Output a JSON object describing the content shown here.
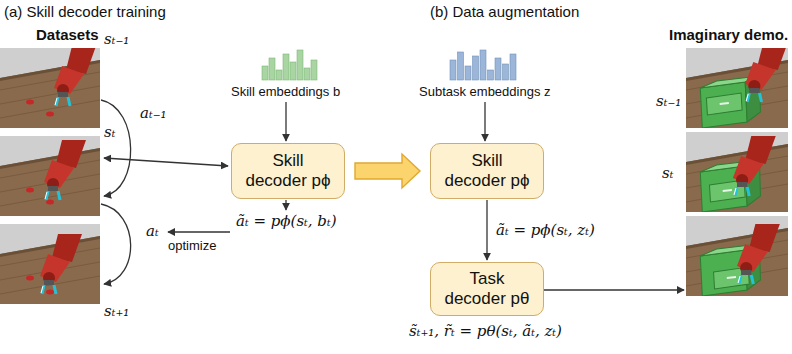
{
  "diagram": {
    "nodes": [
      {
        "text": [
          "Skill decoder pϕ"
        ]
      },
      {
        "text": [
          "Skill decoder pϕ"
        ]
      },
      {
        "text": [
          "Task decoder pθ"
        ]
      }
    ],
    "edges": [
      {
        "from": 0,
        "to": 1,
        "arrow": "to"
      },
      {
        "from": 1,
        "to": 2,
        "arrow": "to",
        "label": "ãₜ = pϕ(sₜ, zₜ)"
      }
    ],
    "labels": [
      "(a) Skill decoder training",
      "(b) Data augmentation",
      "Datasets",
      "sₜ₋₁",
      "sₜ",
      "sₜ₊₁",
      "aₜ₋₁",
      "aₜ",
      "Skill embeddings b",
      "ãₜ = pϕ(sₜ, bₜ)",
      "optimize",
      "Subtask embeddings z",
      "Imaginary demo.",
      "sₜ₋₁",
      "sₜ",
      "s̃ₜ₊₁, r̃ₜ = pθ(sₜ, ãₜ, zₜ)"
    ]
  }
}
